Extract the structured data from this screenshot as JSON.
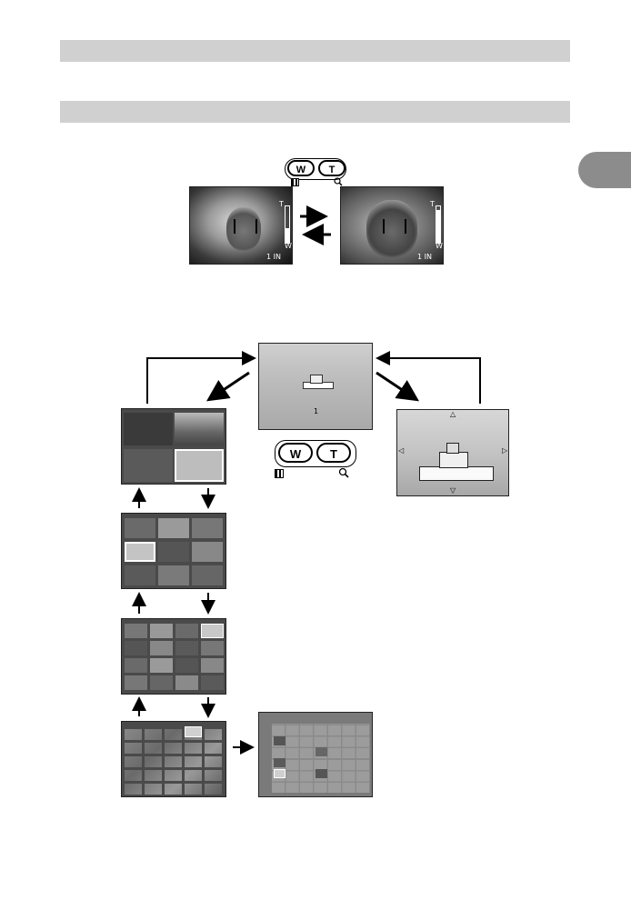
{
  "header": {
    "bar1_text": "",
    "bar2_text": ""
  },
  "side_tab": {
    "label": ""
  },
  "zoom_section": {
    "wide_button": "W",
    "tele_button": "T",
    "screen_a": {
      "tele_mark": "T",
      "wide_mark": "W",
      "info": "1 IN"
    },
    "screen_b": {
      "tele_mark": "T",
      "wide_mark": "W",
      "info": "1 IN"
    }
  },
  "playback_section": {
    "wide_button": "W",
    "tele_button": "T",
    "single_frame_counter": "1",
    "index_views": [
      "4-frame index",
      "9-frame index",
      "16-frame index",
      "25-frame index",
      "calendar"
    ],
    "close_up": "close-up playback"
  },
  "colors": {
    "bar": "#d0d0d0",
    "tab": "#8c8c8c",
    "lcd_dark": "#4a4a4a",
    "lcd_light": "#b9b9b9"
  },
  "icons": [
    "wide-index-icon",
    "tele-magnify-icon",
    "arrow-right-icon",
    "arrow-left-icon",
    "arrow-up-icon",
    "arrow-down-icon"
  ]
}
